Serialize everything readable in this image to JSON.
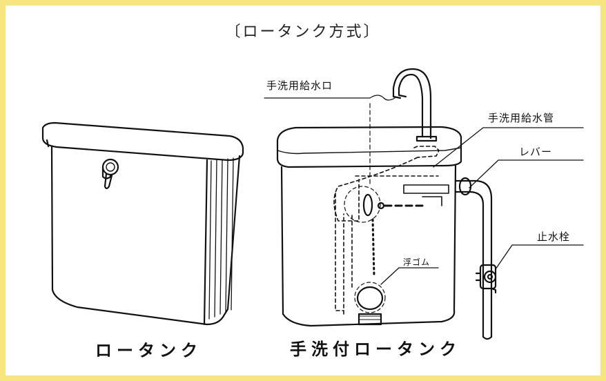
{
  "title": "〔ロータンク方式〕",
  "captions": {
    "left": "ロータンク",
    "right": "手洗付ロータンク"
  },
  "labels": {
    "spout": "手洗用給水ロ",
    "pipe": "手洗用給水管",
    "lever": "レバー",
    "stopcock": "止水栓",
    "float": "浮ゴム"
  },
  "colors": {
    "border": "#f7e67f",
    "ink": "#111111"
  }
}
